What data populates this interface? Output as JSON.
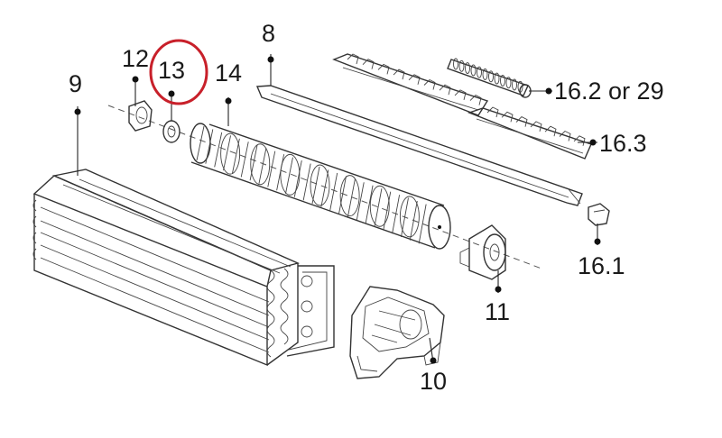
{
  "labels": {
    "p8": "8",
    "p9": "9",
    "p10": "10",
    "p11": "11",
    "p12": "12",
    "p13": "13",
    "p14": "14",
    "p16_1": "16.1",
    "p16_2": "16.2 or 29",
    "p16_3": "16.3"
  },
  "highlight": {
    "part": "13",
    "color": "#c8202a"
  }
}
